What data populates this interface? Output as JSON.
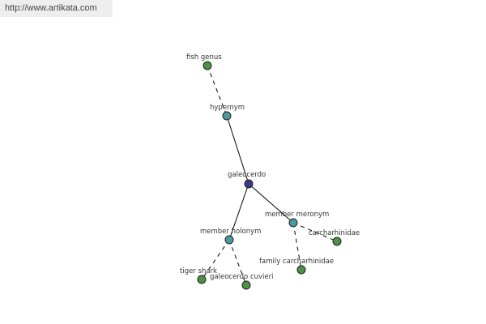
{
  "header": {
    "url": "http://www.artikata.com"
  },
  "colors": {
    "root": "#3a3a8c",
    "relation": "#4a9aa0",
    "leaf": "#4f8f46"
  },
  "nodes": [
    {
      "id": "fish-genus",
      "label": "fish genus",
      "kind": "leaf"
    },
    {
      "id": "hypernym",
      "label": "hypernym",
      "kind": "relation"
    },
    {
      "id": "galeocerdo",
      "label": "galeocerdo",
      "kind": "root"
    },
    {
      "id": "member-meronym",
      "label": "member meronym",
      "kind": "relation"
    },
    {
      "id": "carcharhinidae",
      "label": "carcharhinidae",
      "kind": "leaf"
    },
    {
      "id": "member-holonym",
      "label": "member holonym",
      "kind": "relation"
    },
    {
      "id": "family-carcharhinidae",
      "label": "family carcharhinidae",
      "kind": "leaf"
    },
    {
      "id": "tiger-shark",
      "label": "tiger shark",
      "kind": "leaf"
    },
    {
      "id": "galeocerdo-cuvieri",
      "label": "galeocerdo cuvieri",
      "kind": "leaf"
    }
  ],
  "edges": [
    {
      "from": "fish-genus",
      "to": "hypernym",
      "style": "dashed"
    },
    {
      "from": "hypernym",
      "to": "galeocerdo",
      "style": "solid"
    },
    {
      "from": "galeocerdo",
      "to": "member-meronym",
      "style": "solid"
    },
    {
      "from": "galeocerdo",
      "to": "member-holonym",
      "style": "solid"
    },
    {
      "from": "member-meronym",
      "to": "carcharhinidae",
      "style": "dashed"
    },
    {
      "from": "member-meronym",
      "to": "family-carcharhinidae",
      "style": "dashed"
    },
    {
      "from": "member-holonym",
      "to": "tiger-shark",
      "style": "dashed"
    },
    {
      "from": "member-holonym",
      "to": "galeocerdo-cuvieri",
      "style": "dashed"
    }
  ]
}
